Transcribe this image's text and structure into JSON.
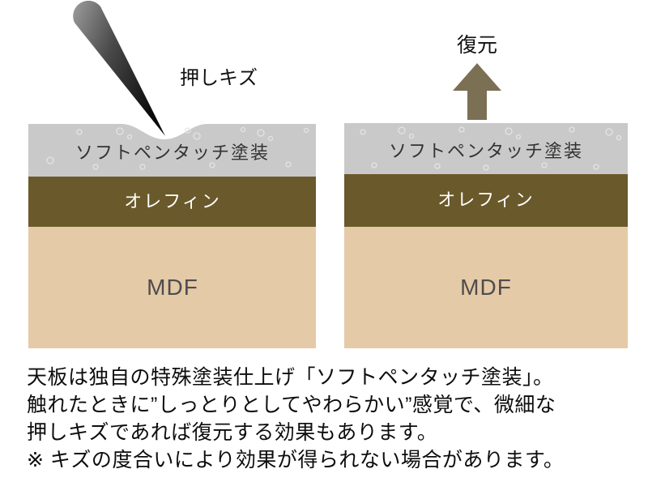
{
  "left_diagram": {
    "pen_label": "押しキズ",
    "layers": {
      "coating": "ソフトペンタッチ塗装",
      "olefin": "オレフィン",
      "mdf": "MDF"
    }
  },
  "right_diagram": {
    "restore_label": "復元",
    "layers": {
      "coating": "ソフトペンタッチ塗装",
      "olefin": "オレフィン",
      "mdf": "MDF"
    }
  },
  "description": {
    "line1": "天板は独自の特殊塗装仕上げ「ソフトペンタッチ塗装」。",
    "line2": "触れたときに”しっとりとしてやわらかい”感覚で、微細な",
    "line3": "押しキズであれば復元する効果もあります。",
    "line4": "※ キズの度合いにより効果が得られない場合があります。"
  },
  "colors": {
    "coating_gray": "#c9c9c9",
    "olefin_brown": "#6a592a",
    "mdf_beige": "#e5caa7",
    "arrow_brown": "#7b7054",
    "label_dark": "#333333",
    "label_white": "#ffffff",
    "mdf_text": "#4d4d4d",
    "text_black": "#111111"
  }
}
